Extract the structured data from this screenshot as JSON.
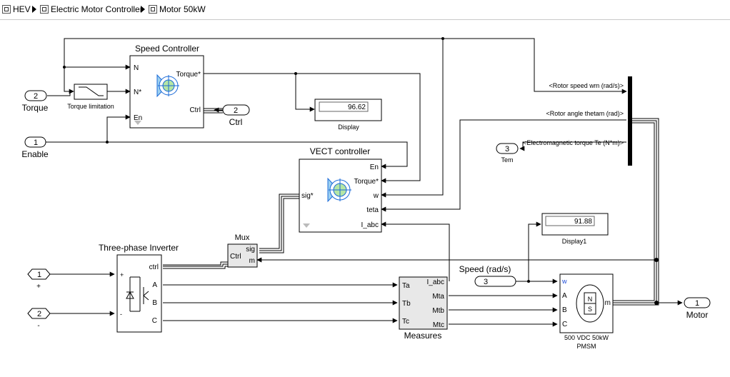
{
  "breadcrumb": [
    {
      "label": "HEV"
    },
    {
      "label": "Electric Motor Controller"
    },
    {
      "label": "Motor 50kW"
    }
  ],
  "blocks": {
    "speed_controller": {
      "title": "Speed Controller",
      "in_n": "N",
      "in_nstar": "N*",
      "in_en": "En",
      "out_torque": "Torque*",
      "out_ctrl": "Ctrl"
    },
    "vect_controller": {
      "title": "VECT controller",
      "in_en": "En",
      "in_torque": "Torque*",
      "in_w": "w",
      "in_teta": "teta",
      "in_iabc": "I_abc",
      "out_sig": "sig*"
    },
    "torque_limitation": {
      "label": "Torque limitation"
    },
    "mux": {
      "title": "Mux",
      "ctrl": "Ctrl",
      "sig": "sig",
      "m": "m"
    },
    "inverter": {
      "title": "Three-phase Inverter",
      "plus": "+",
      "minus": "-",
      "ctrl": "ctrl",
      "a": "A",
      "b": "B",
      "c": "C"
    },
    "measures": {
      "label": "Measures",
      "ta": "Ta",
      "tb": "Tb",
      "tc": "Tc",
      "iabc": "I_abc",
      "mta": "Mta",
      "mtb": "Mtb",
      "mtc": "Mtc"
    },
    "pmsm": {
      "label1": "500 VDC 50kW",
      "label2": "PMSM",
      "w": "w",
      "a": "A",
      "b": "B",
      "c": "C",
      "m": "m",
      "n": "N",
      "s": "S"
    },
    "display": {
      "value": "96.62",
      "label": "Display"
    },
    "display1": {
      "value": "91.88",
      "label": "Display1"
    },
    "torque_in": {
      "num": "2",
      "label": "Torque"
    },
    "enable_in": {
      "num": "1",
      "label": "Enable"
    },
    "ctrl_out": {
      "num": "2",
      "label": "Ctrl"
    },
    "tem_out": {
      "num": "3",
      "label": "Tem"
    },
    "plus_in": {
      "num": "1",
      "label": "+"
    },
    "minus_in": {
      "num": "2",
      "label": "-"
    },
    "speed_in": {
      "num": "3",
      "label": "Speed (rad/s)"
    },
    "motor_out": {
      "num": "1",
      "label": "Motor"
    },
    "bus_selector": {
      "rotor_speed": "<Rotor speed wm (rad/s)>",
      "rotor_angle": "<Rotor angle thetam (rad)>",
      "em_torque": "<Electromagnetic torque Te (N*m)>"
    }
  }
}
